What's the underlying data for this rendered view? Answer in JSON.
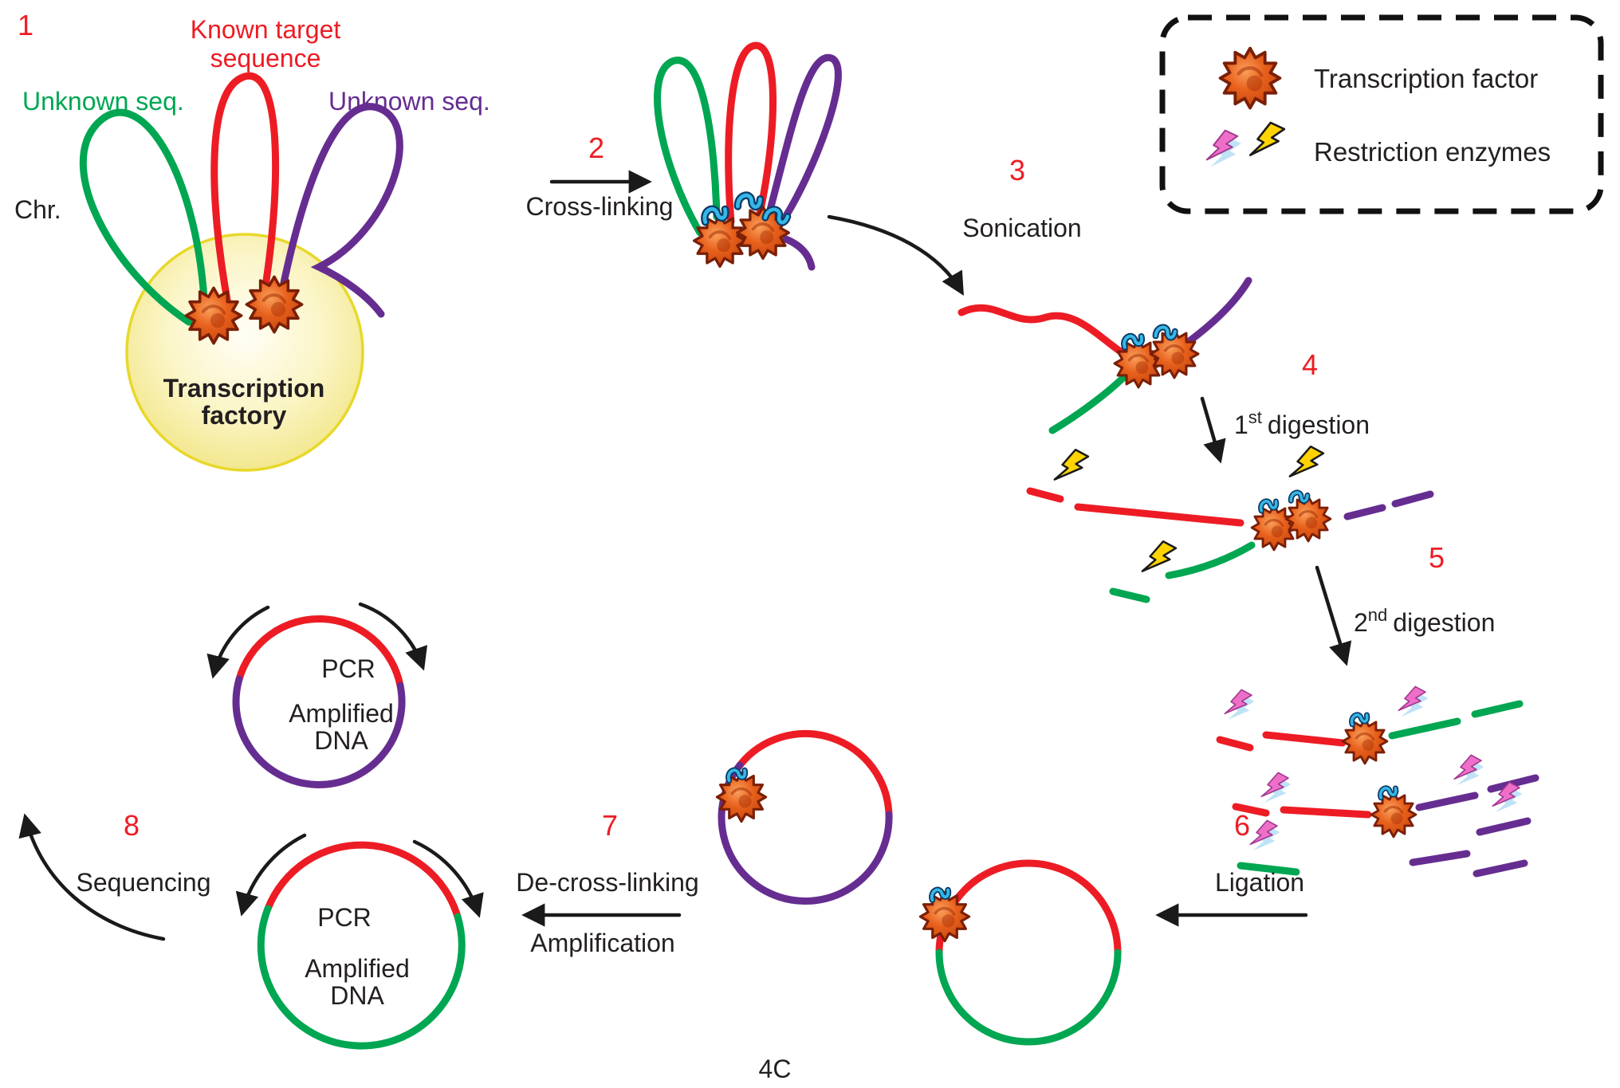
{
  "figure_label": "4C",
  "colors": {
    "red": "#ed1c24",
    "green": "#00a651",
    "purple": "#662d91",
    "tf_orange": "#e8611c",
    "crosslink_blue": "#35b8e8",
    "bolt_yellow": "#ffd400",
    "bolt_pink": "#ee6fc8",
    "factory_yellow": "#f6eda0",
    "text_black": "#231f20"
  },
  "icons": {
    "transcription_factor": "orange-star-blob",
    "restriction_enzyme": "lightning-bolt",
    "crosslink": "blue-curl"
  },
  "step1": {
    "num": "1",
    "known_target_line1": "Known target",
    "known_target_line2": "sequence",
    "unknown_left": "Unknown seq.",
    "unknown_right": "Unknown seq.",
    "chr": "Chr.",
    "factory_line1": "Transcription",
    "factory_line2": "factory"
  },
  "step2": {
    "num": "2",
    "label": "Cross-linking"
  },
  "step3": {
    "num": "3",
    "label": "Sonication"
  },
  "step4": {
    "num": "4",
    "pre": "1",
    "sup": "st",
    "post": "digestion"
  },
  "step5": {
    "num": "5",
    "pre": "2",
    "sup": "nd",
    "post": "digestion"
  },
  "step6": {
    "num": "6",
    "label": "Ligation"
  },
  "step7": {
    "num": "7",
    "line1": "De-cross-linking",
    "line2": "Amplification"
  },
  "step8": {
    "num": "8",
    "label": "Sequencing"
  },
  "pcr": {
    "pcr": "PCR",
    "amplified": "Amplified",
    "dna": "DNA"
  },
  "legend": {
    "tf": "Transcription factor",
    "re": "Restriction enzymes"
  }
}
